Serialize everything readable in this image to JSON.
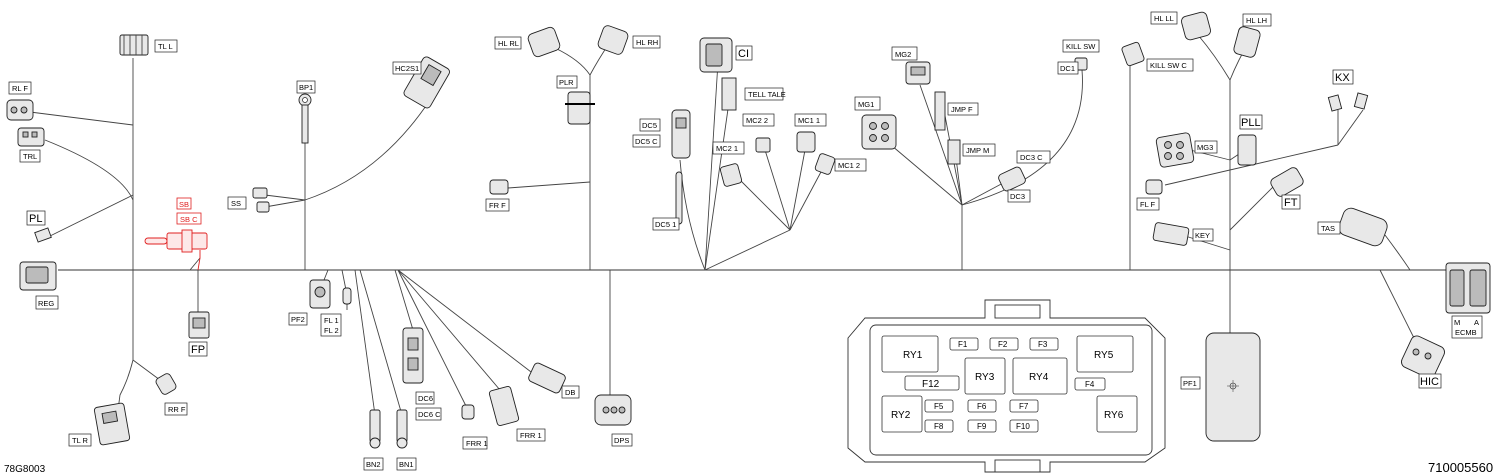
{
  "document": {
    "bottom_left_code": "78G8003",
    "bottom_right_code": "710005560"
  },
  "connectors": {
    "TL_L": "TL L",
    "RL_F": "RL F",
    "TRL": "TRL",
    "PL": "PL",
    "REG": "REG",
    "SB": "SB",
    "SB_C": "SB C",
    "FP": "FP",
    "TL_R": "TL R",
    "RR_F": "RR F",
    "BP1": "BP1",
    "SS": "SS",
    "HC2S1": "HC2S1",
    "PF2": "PF2",
    "FL1": "FL 1",
    "FL2": "FL 2",
    "BN2": "BN2",
    "BN1": "BN1",
    "DC6": "DC6",
    "DC6_C": "DC6 C",
    "FRR1": "FRR 1",
    "FRR_1": "FRR 1",
    "DB": "DB",
    "DPS": "DPS",
    "HL_RL": "HL RL",
    "HL_RH": "HL RH",
    "PLR": "PLR",
    "FR_F": "FR F",
    "CI": "CI",
    "TELL_TALE": "TELL TALE",
    "DC5": "DC5",
    "DC5_C": "DC5 C",
    "DC5_1": "DC5 1",
    "MC21": "MC2 1",
    "MC22": "MC2 2",
    "MC11": "MC1 1",
    "MC12": "MC1 2",
    "MG2": "MG2",
    "MG1": "MG1",
    "JMP_F": "JMP F",
    "JMP_M": "JMP M",
    "DC3_C": "DC3 C",
    "DC3": "DC3",
    "DC1": "DC1",
    "KILL_SW": "KILL SW",
    "KILL_SW_C": "KILL SW C",
    "HL_LL": "HL LL",
    "HL_LH": "HL LH",
    "KX": "KX",
    "MG3": "MG3",
    "PLL": "PLL",
    "FL_F": "FL F",
    "FT": "FT",
    "KEY": "KEY",
    "TAS": "TAS",
    "M": "M",
    "A": "A",
    "ECMB": "ECMB",
    "HIC": "HIC",
    "PF1": "PF1"
  },
  "fuse_box": {
    "relays": [
      "RY1",
      "RY2",
      "RY3",
      "RY4",
      "RY5",
      "RY6"
    ],
    "fuses": [
      "F1",
      "F2",
      "F3",
      "F4",
      "F5",
      "F6",
      "F7",
      "F8",
      "F9",
      "F10",
      "F12"
    ]
  },
  "icons": {
    "connector": "connector-icon",
    "ring_terminal": "ring-terminal-icon",
    "fuse_box": "fuse-box-icon"
  }
}
